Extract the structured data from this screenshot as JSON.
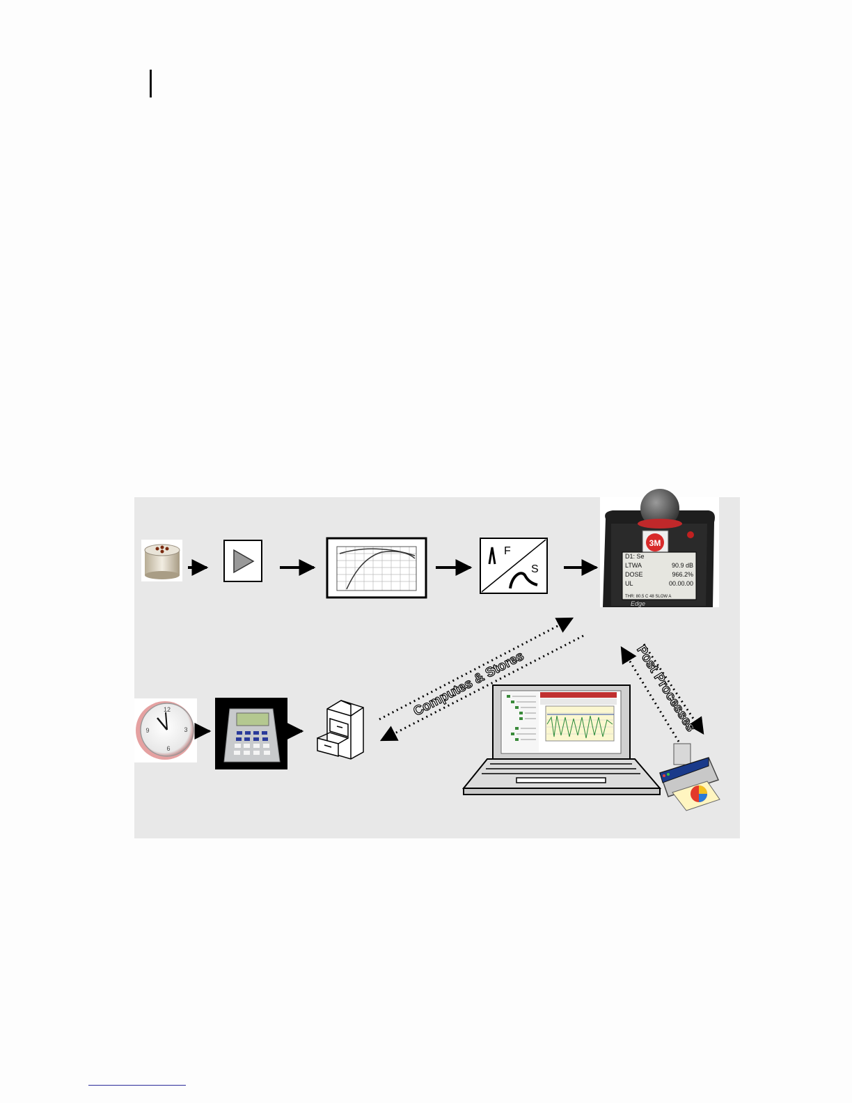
{
  "diagram": {
    "labels": {
      "computes_stores": "Computes & Stores",
      "post_processes": "Post Processes"
    },
    "meter_display": {
      "header": "D1: Se",
      "lines": [
        {
          "name": "LTWA",
          "value": "90.9 dB"
        },
        {
          "name": "DOSE",
          "value": "966.2%"
        },
        {
          "name": "UL",
          "value": "00.00.00"
        }
      ],
      "footer": "THR: 80.5 C 48 SLOW A",
      "brand": "3M",
      "model": "Edge"
    },
    "filter_letters": {
      "fast": "F",
      "slow": "S"
    },
    "clock_numbers": [
      "12",
      "3",
      "6",
      "9"
    ]
  }
}
